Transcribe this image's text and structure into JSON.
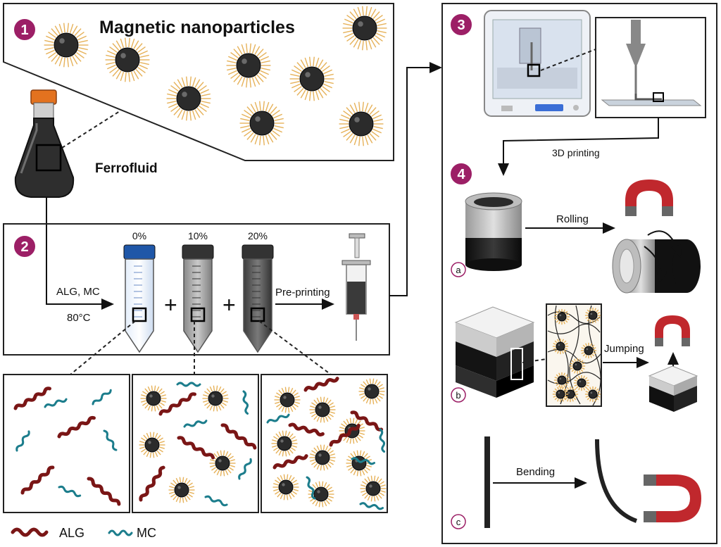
{
  "panel1": {
    "badge": "1",
    "title": "Magnetic nanoparticles",
    "flask_label": "Ferrofluid"
  },
  "panel2": {
    "badge": "2",
    "condition_1": "ALG, MC",
    "condition_2": "80°C",
    "tubes": [
      {
        "percent": "0%",
        "cap_color": "#1f57a8"
      },
      {
        "percent": "10%",
        "cap_color": "#333333"
      },
      {
        "percent": "20%",
        "cap_color": "#333333"
      }
    ],
    "pre_printing": "Pre-printing"
  },
  "panel3": {
    "badge": "3",
    "printing_label": "3D printing"
  },
  "panel4": {
    "badge": "4",
    "a": {
      "letter": "a",
      "action": "Rolling"
    },
    "b": {
      "letter": "b",
      "action": "Jumping"
    },
    "c": {
      "letter": "c",
      "action": "Bending"
    }
  },
  "legend": {
    "alg": "ALG",
    "mc": "MC"
  },
  "colors": {
    "badge": "#9c1f66",
    "alg": "#7a1616",
    "mc": "#1c7d8c",
    "nanoparticle_core": "#2b2b2b",
    "nanoparticle_halo": "#e6b25a",
    "magnet": "#c0282d",
    "flask_cap": "#e3721f"
  }
}
